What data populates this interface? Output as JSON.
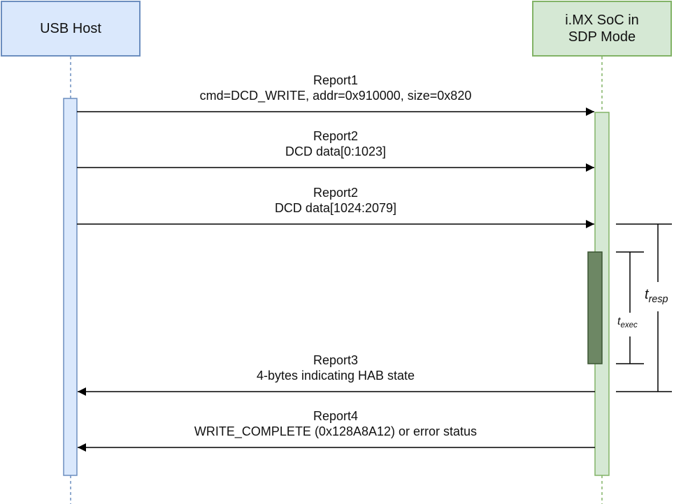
{
  "participants": {
    "host": {
      "line1": "USB Host",
      "fill": "#dae8fc",
      "stroke": "#6c8ebf"
    },
    "soc": {
      "line1": "i.MX SoC in",
      "line2": "SDP Mode",
      "fill": "#d5e8d4",
      "stroke": "#82b366"
    }
  },
  "messages": [
    {
      "title": "Report1",
      "detail": "cmd=DCD_WRITE, addr=0x910000, size=0x820",
      "direction": "host-to-soc"
    },
    {
      "title": "Report2",
      "detail": "DCD data[0:1023]",
      "direction": "host-to-soc"
    },
    {
      "title": "Report2",
      "detail": "DCD data[1024:2079]",
      "direction": "host-to-soc"
    },
    {
      "title": "Report3",
      "detail": "4-bytes indicating HAB state",
      "direction": "soc-to-host"
    },
    {
      "title": "Report4",
      "detail": "WRITE_COMPLETE (0x128A8A12) or error status",
      "direction": "soc-to-host"
    }
  ],
  "timings": {
    "exec": {
      "base": "t",
      "sub": "exec"
    },
    "resp": {
      "base": "t",
      "sub": "resp"
    }
  },
  "colors": {
    "execution_block": "#6d8764",
    "execution_block_stroke": "#3a5431",
    "arrow": "#000000"
  }
}
